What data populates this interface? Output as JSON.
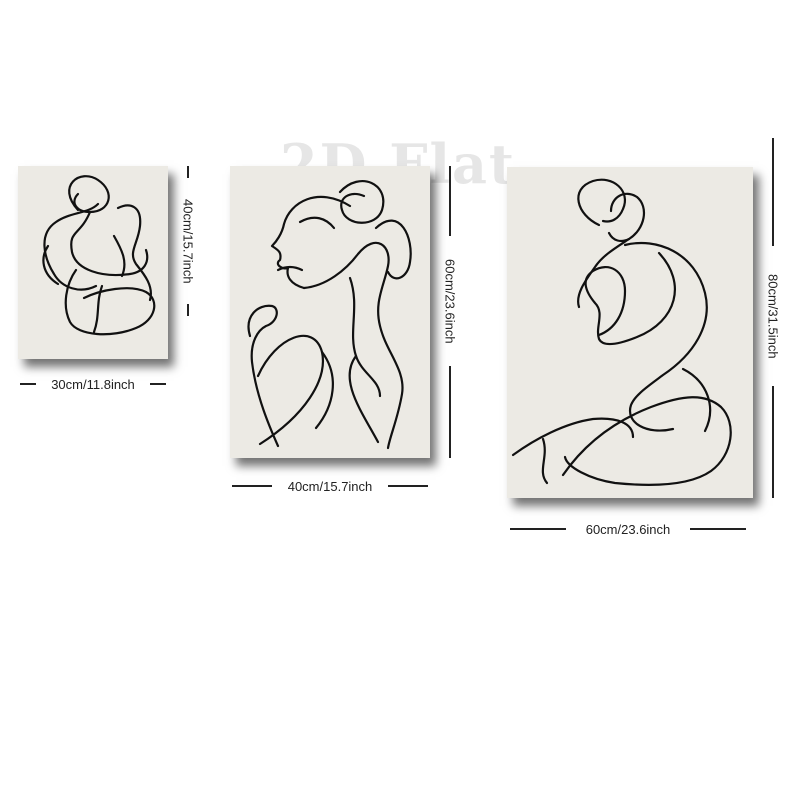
{
  "watermark": "2D Flat",
  "posters": {
    "small": {
      "width_label": "30cm/11.8inch",
      "height_label": "40cm/15.7inch"
    },
    "medium": {
      "width_label": "40cm/15.7inch",
      "height_label": "60cm/23.6inch"
    },
    "large": {
      "width_label": "60cm/23.6inch",
      "height_label": "80cm/31.5inch"
    }
  },
  "colors": {
    "canvas": "#eceae4",
    "line": "#111111",
    "background": "#ffffff"
  }
}
